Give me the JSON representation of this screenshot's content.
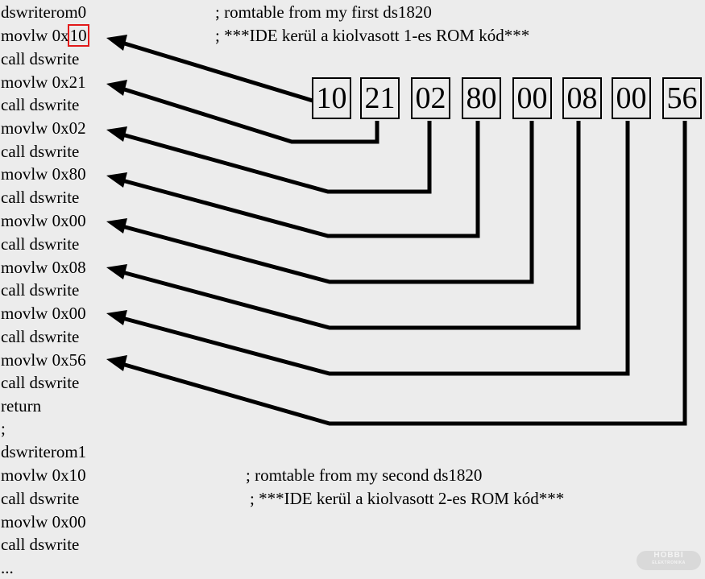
{
  "code_lines": [
    "dswriterom0",
    "movlw 0x",
    "call dswrite",
    "movlw 0x21",
    "call dswrite",
    "movlw 0x02",
    "call dswrite",
    "movlw 0x80",
    "call dswrite",
    "movlw 0x00",
    "call dswrite",
    "movlw 0x08",
    "call dswrite",
    "movlw 0x00",
    "call dswrite",
    "movlw 0x56",
    "call dswrite",
    "return",
    ";",
    "dswriterom1",
    "movlw 0x10",
    "call dswrite",
    "movlw 0x00",
    "call dswrite",
    "..."
  ],
  "highlighted_value": "10",
  "comments": {
    "first_table": "; romtable from my first ds1820",
    "first_ide": "; ***IDE kerül a kiolvasott 1-es ROM kód***",
    "second_table": "; romtable from my second ds1820",
    "second_ide": "; ***IDE kerül a kiolvasott 2-es ROM kód***"
  },
  "rom_bytes": [
    "10",
    "21",
    "02",
    "80",
    "00",
    "08",
    "00",
    "56"
  ],
  "logo": {
    "main": "HOBBI",
    "sub": "ELEKTRONIKA"
  }
}
